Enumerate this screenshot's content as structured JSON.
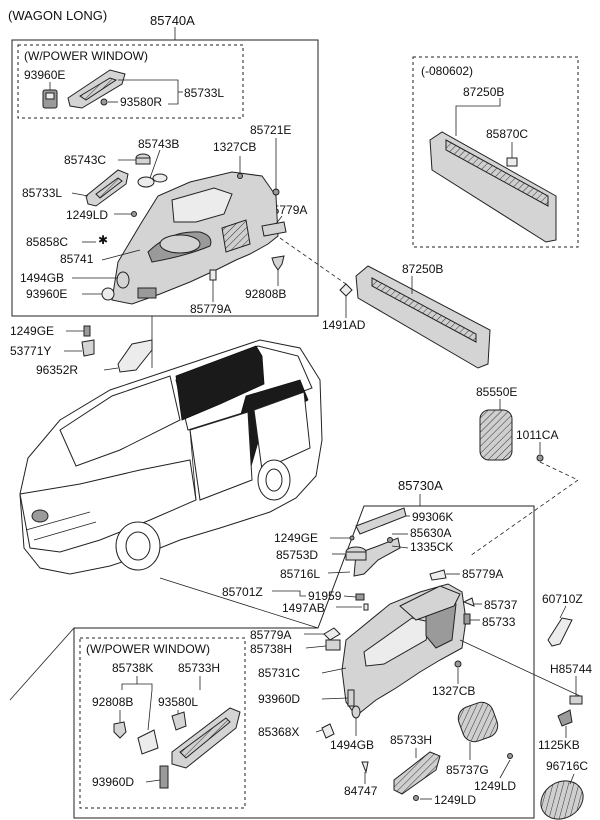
{
  "header": {
    "variant": "(WAGON LONG)"
  },
  "groups": {
    "upper_assembly": "85740A",
    "power_window_upper": "(W/POWER WINDOW)",
    "serial_range": "(-080602)",
    "lower_assembly": "85730A",
    "power_window_lower": "(W/POWER WINDOW)"
  },
  "parts": {
    "p93960e_a": "93960E",
    "p85733l_a": "85733L",
    "p93580r": "93580R",
    "p85721e": "85721E",
    "p85743b": "85743B",
    "p85743c": "85743C",
    "p1327cb_a": "1327CB",
    "p85733l_b": "85733L",
    "p1249ld_a": "1249LD",
    "p85779a_a": "85779A",
    "p85858c": "85858C",
    "p85741": "85741",
    "p1494gb_a": "1494GB",
    "p93960e_b": "93960E",
    "p92808b_a": "92808B",
    "p85779a_b": "85779A",
    "p87250b_a": "87250B",
    "p85870c": "85870C",
    "p87250b_b": "87250B",
    "p1491ad": "1491AD",
    "p1249ge_a": "1249GE",
    "p53771y": "53771Y",
    "p96352r": "96352R",
    "p85550e": "85550E",
    "p1011ca": "1011CA",
    "p99306k": "99306K",
    "p1249ge_b": "1249GE",
    "p85630a": "85630A",
    "p1335ck": "1335CK",
    "p85753d": "85753D",
    "p85716l": "85716L",
    "p85779a_c": "85779A",
    "p85701z": "85701Z",
    "p91959": "91959",
    "p1497ab": "1497AB",
    "p85737": "85737",
    "p85733": "85733",
    "p60710z": "60710Z",
    "p85779a_d": "85779A",
    "p85738h": "85738H",
    "p85738k": "85738K",
    "p85733h_a": "85733H",
    "p92808b_b": "92808B",
    "p93580l": "93580L",
    "p85731c": "85731C",
    "p1327cb_b": "1327CB",
    "p93960d_a": "93960D",
    "p85368x": "85368X",
    "p1494gb_b": "1494GB",
    "p85733h_b": "85733H",
    "p93960d_b": "93960D",
    "p85737g": "85737G",
    "p1249ld_b": "1249LD",
    "p1249ld_c": "1249LD",
    "p84747": "84747",
    "p85744": "H85744",
    "p1125kb": "1125KB",
    "p96716c": "96716C"
  }
}
